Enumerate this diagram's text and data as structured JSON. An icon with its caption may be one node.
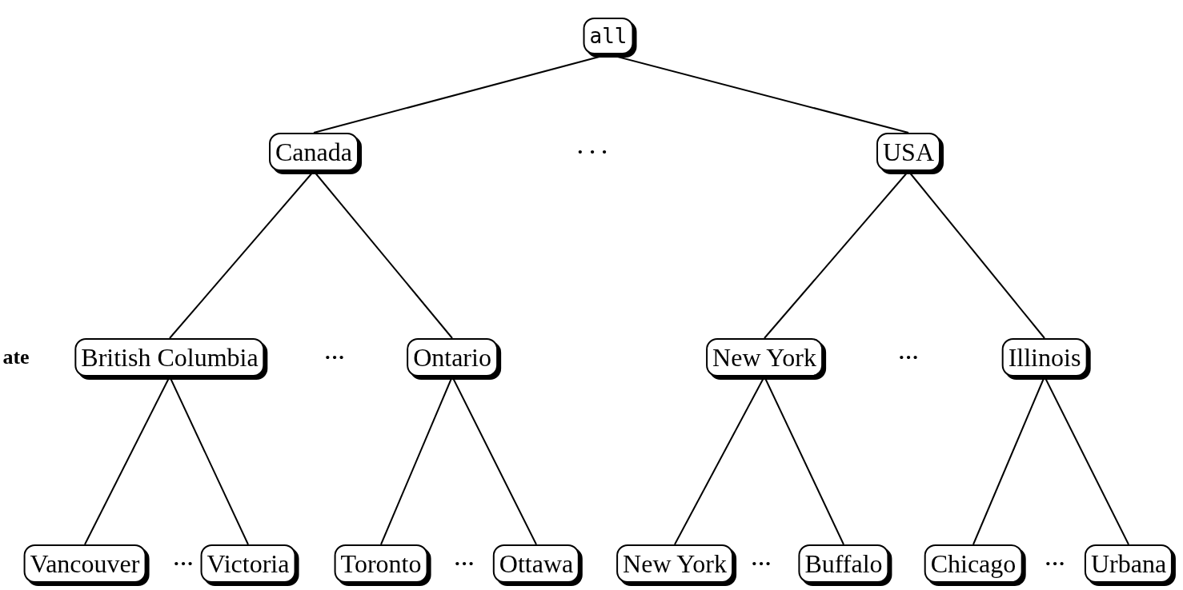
{
  "diagram": {
    "nodes": [
      {
        "text": [
          "all"
        ]
      },
      {
        "text": [
          "Canada"
        ]
      },
      {
        "text": [
          "USA"
        ]
      },
      {
        "text": [
          "British Columbia"
        ]
      },
      {
        "text": [
          "Ontario"
        ]
      },
      {
        "text": [
          "New York"
        ]
      },
      {
        "text": [
          "Illinois"
        ]
      },
      {
        "text": [
          "Vancouver"
        ]
      },
      {
        "text": [
          "Victoria"
        ]
      },
      {
        "text": [
          "Toronto"
        ]
      },
      {
        "text": [
          "Ottawa"
        ]
      },
      {
        "text": [
          "New York"
        ]
      },
      {
        "text": [
          "Buffalo"
        ]
      },
      {
        "text": [
          "Chicago"
        ]
      },
      {
        "text": [
          "Urbana"
        ]
      }
    ],
    "edges": [
      {
        "from": 0,
        "to": 1,
        "arrow": "none"
      },
      {
        "from": 0,
        "to": 2,
        "arrow": "none"
      },
      {
        "from": 1,
        "to": 3,
        "arrow": "none"
      },
      {
        "from": 1,
        "to": 4,
        "arrow": "none"
      },
      {
        "from": 2,
        "to": 5,
        "arrow": "none"
      },
      {
        "from": 2,
        "to": 6,
        "arrow": "none"
      },
      {
        "from": 3,
        "to": 7,
        "arrow": "none"
      },
      {
        "from": 3,
        "to": 8,
        "arrow": "none"
      },
      {
        "from": 4,
        "to": 9,
        "arrow": "none"
      },
      {
        "from": 4,
        "to": 10,
        "arrow": "none"
      },
      {
        "from": 5,
        "to": 11,
        "arrow": "none"
      },
      {
        "from": 5,
        "to": 12,
        "arrow": "none"
      },
      {
        "from": 6,
        "to": 13,
        "arrow": "none"
      },
      {
        "from": 6,
        "to": 14,
        "arrow": "none"
      }
    ],
    "labels": [
      "· · ·",
      "ate",
      "···",
      "···",
      "···",
      "···",
      "···",
      "···"
    ]
  }
}
